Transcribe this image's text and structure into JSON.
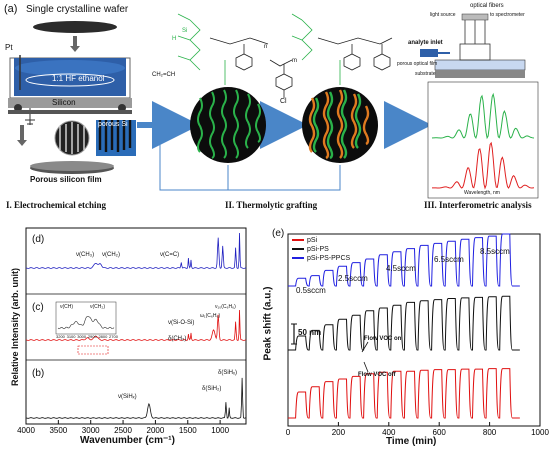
{
  "panel_a": {
    "label": "(a)",
    "wafer_title": "Single crystalline wafer",
    "pt_label": "Pt",
    "solution_label": "1:1 HF ethanol",
    "silicon_label": "Silicon",
    "porous_si_label": "porous Si",
    "film_label": "Porous silicon film",
    "step1": "I. Electrochemical etching",
    "step2": "II. Thermolytic grafting",
    "step3": "III. Interferometric analysis",
    "optical_fibers": "optical fibers",
    "light_source": "light source",
    "to_spectrometer": "to spectrometer",
    "analyte_inlet": "analyte inlet",
    "porous_film": "porous optical film",
    "substrate": "substrate",
    "wavelength_label": "Wavelength, nm",
    "mol_si": "Si",
    "mol_h": "H",
    "mol_cl": "Cl",
    "mol_m": "m",
    "mol_n": "n",
    "ch2ch": "CH₂=CH"
  },
  "panel_d": {
    "label_d": "(d)",
    "label_c": "(c)",
    "label_b": "(b)",
    "ylabel": "Relative Intensity (arb. unit)",
    "xlabel": "Wavenumber (cm⁻¹)",
    "xticks": [
      "4000",
      "3500",
      "3000",
      "2500",
      "2000",
      "1500",
      "1000"
    ],
    "ann_d": [
      "ν(CH₃)",
      "ν(CH₂)",
      "ν(C=C)"
    ],
    "ann_c": [
      "δ(CH₂)",
      "ν(Si-O-Si)",
      "ω₁(C₆H₆)",
      "ν₁₀(C₆H₆)"
    ],
    "ann_b": [
      "ν(SiHₓ)",
      "δ(SiH₂)",
      "δ(SiHₓ)"
    ],
    "inset_labels": [
      "ν(CH)",
      "ν(CH₂)"
    ],
    "inset_ticks": [
      "3200",
      "3100",
      "3000",
      "2900",
      "2800",
      "2700"
    ]
  },
  "chart_data": {
    "type": "line",
    "title": "",
    "xlabel": "Time (min)",
    "ylabel": "Peak shift (a.u.)",
    "xlim": [
      0,
      1000
    ],
    "xticks": [
      "0",
      "200",
      "400",
      "600",
      "800",
      "1000"
    ],
    "grid": false,
    "legend_placement": "top-left",
    "scale_bar": "50 nm",
    "flow_rates": [
      "0.5sccm",
      "2.5sccm",
      "4.5sccm",
      "6.5sccm",
      "8.5sccm"
    ],
    "annotations": [
      "Flow VOC on",
      "Flow VOC off"
    ],
    "series": [
      {
        "name": "pSi",
        "color": "#e01010",
        "pulse_heights": [
          0.5,
          0.6,
          0.7,
          0.75,
          0.8,
          0.85,
          0.88,
          0.9,
          0.9,
          0.92,
          0.93,
          0.93,
          0.94,
          0.94,
          0.95,
          0.95
        ]
      },
      {
        "name": "pSi-PS",
        "color": "#111111",
        "pulse_heights": [
          0.25,
          0.35,
          0.45,
          0.55,
          0.62,
          0.7,
          0.75,
          0.8,
          0.85,
          0.88,
          0.9,
          0.92,
          0.93,
          0.94,
          0.95,
          0.96
        ]
      },
      {
        "name": "pSi-PS-PPCS",
        "color": "#2020e0",
        "pulse_heights": [
          0.15,
          0.2,
          0.3,
          0.38,
          0.45,
          0.52,
          0.6,
          0.66,
          0.72,
          0.78,
          0.82,
          0.86,
          0.9,
          0.93,
          0.96,
          1.0
        ]
      }
    ],
    "pulse_start_minutes": [
      30,
      80,
      130,
      180,
      230,
      280,
      330,
      380,
      430,
      480,
      530,
      580,
      630,
      680,
      730,
      780,
      830
    ],
    "pulse_width_minutes": 40
  },
  "colors": {
    "arrow_blue": "#4a86c8",
    "green_fringe": "#2ab24a",
    "red_fringe": "#e02020"
  }
}
